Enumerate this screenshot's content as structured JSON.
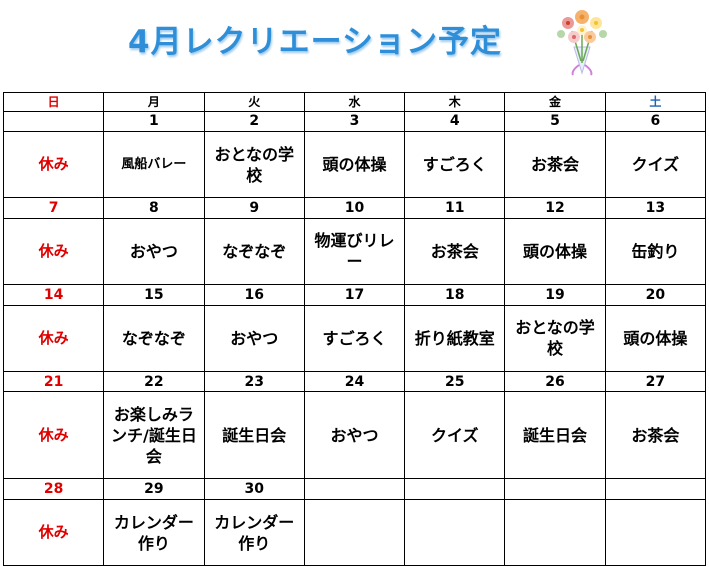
{
  "title": "4月レクリエーション予定",
  "colors": {
    "title": "#2E8FD8",
    "sunday": "#E00000",
    "saturday": "#1F64B4"
  },
  "weekdays": [
    "日",
    "月",
    "火",
    "水",
    "木",
    "金",
    "土"
  ],
  "weeks": [
    {
      "dates": [
        "",
        "1",
        "2",
        "3",
        "4",
        "5",
        "6"
      ],
      "activities": [
        "休み",
        "風船バレー",
        "おとなの学校",
        "頭の体操",
        "すごろく",
        "お茶会",
        "クイズ"
      ]
    },
    {
      "dates": [
        "7",
        "8",
        "9",
        "10",
        "11",
        "12",
        "13"
      ],
      "activities": [
        "休み",
        "おやつ",
        "なぞなぞ",
        "物運びリレー",
        "お茶会",
        "頭の体操",
        "缶釣り"
      ]
    },
    {
      "dates": [
        "14",
        "15",
        "16",
        "17",
        "18",
        "19",
        "20"
      ],
      "activities": [
        "休み",
        "なぞなぞ",
        "おやつ",
        "すごろく",
        "折り紙教室",
        "おとなの学校",
        "頭の体操"
      ]
    },
    {
      "dates": [
        "21",
        "22",
        "23",
        "24",
        "25",
        "26",
        "27"
      ],
      "activities": [
        "休み",
        "お楽しみランチ/誕生日会",
        "誕生日会",
        "おやつ",
        "クイズ",
        "誕生日会",
        "お茶会"
      ]
    },
    {
      "dates": [
        "28",
        "29",
        "30",
        "",
        "",
        "",
        ""
      ],
      "activities": [
        "休み",
        "カレンダー作り",
        "カレンダー作り",
        "",
        "",
        "",
        ""
      ]
    }
  ]
}
